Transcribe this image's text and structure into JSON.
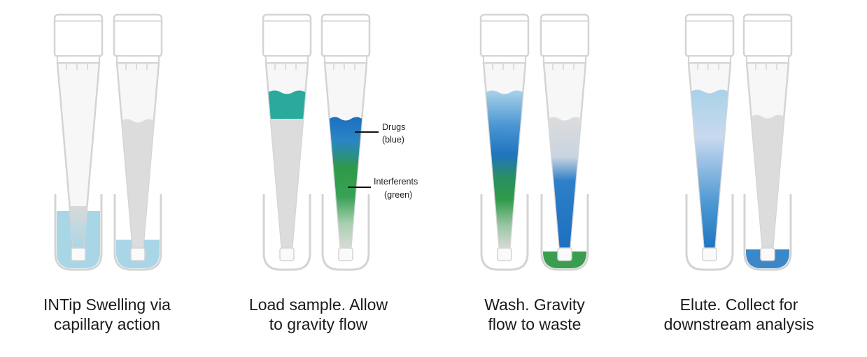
{
  "steps": [
    {
      "caption_lines": [
        "INTip Swelling via",
        "capillary action"
      ]
    },
    {
      "caption_lines": [
        "Load sample. Allow",
        "to gravity flow"
      ]
    },
    {
      "caption_lines": [
        "Wash. Gravity",
        "flow to waste"
      ]
    },
    {
      "caption_lines": [
        "Elute. Collect for",
        "downstream analysis"
      ]
    }
  ],
  "annotations": {
    "drugs_line1": "Drugs",
    "drugs_line2": "(blue)",
    "interferents_line1": "Interferents",
    "interferents_line2": "(green)"
  },
  "colors": {
    "tip_outline": "#d4d4d4",
    "tip_fill": "#f7f7f7",
    "packing_gray": "#dcdcdc",
    "buffer_light_blue": "#a9d6e6",
    "sample_teal": "#2aaa9c",
    "drugs_blue": "#1c70c0",
    "interferents_green": "#2e9a48",
    "waste_green": "#3a9d4f",
    "eluate_blue": "#3b88c8"
  }
}
